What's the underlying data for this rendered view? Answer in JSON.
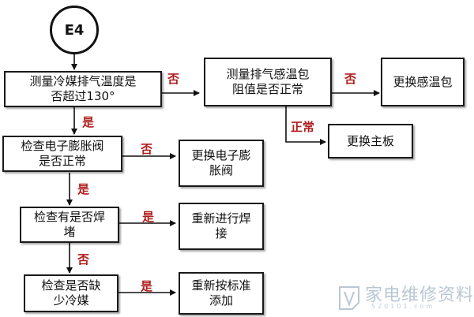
{
  "start": {
    "label": "E4"
  },
  "nodes": {
    "q1": "测量冷媒排气温度是\n否超过130°",
    "q2": "测量排气感温包\n阻值是否正常",
    "a_sensor": "更换感温包",
    "a_board": "更换主板",
    "q3": "检查电子膨胀阀\n是否正常",
    "a_valve": "更换电子膨\n胀阀",
    "q4": "检查有是否焊\n堵",
    "a_weld": "重新进行焊\n接",
    "q5": "检查是否缺\n少冷媒",
    "a_refill": "重新按标准\n添加"
  },
  "edges": {
    "q1_q2": "否",
    "q2_sensor": "否",
    "q2_board": "正常",
    "q1_q3": "是",
    "q3_valve": "否",
    "q3_q4": "是",
    "q4_weld": "是",
    "q4_q5": "否",
    "q5_refill": "是"
  },
  "watermark": {
    "text": "家电维修资料网",
    "sub": "520101.com"
  },
  "colors": {
    "border": "#1a1a1a",
    "label": "#b11d1d",
    "watermark": "#b9c7d3"
  }
}
